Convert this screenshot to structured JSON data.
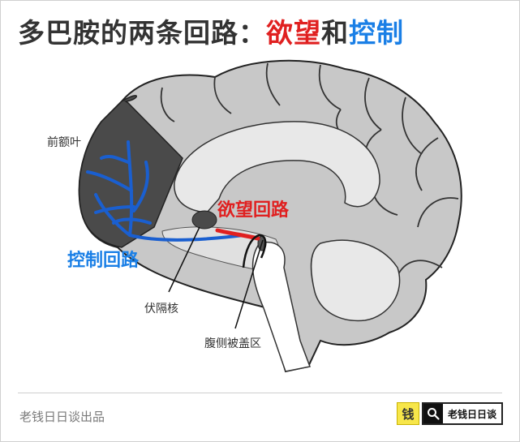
{
  "title": {
    "prefix": "多巴胺的两条回路：",
    "desire_word": "欲望",
    "connector": "和",
    "control_word": "控制"
  },
  "labels": {
    "prefrontal": "前额叶",
    "desire_circuit": "欲望回路",
    "control_circuit": "控制回路",
    "nucleus_accumbens": "伏隔核",
    "vta": "腹侧被盖区"
  },
  "footer": {
    "credit": "老钱日日谈出品",
    "logo_glyph": "钱",
    "search_text": "老钱日日谈",
    "search_icon": "magnifier-icon"
  },
  "colors": {
    "desire": "#e02020",
    "control": "#1a7fe6",
    "prefrontal_fill": "#4a4a4a",
    "brain_fill": "#c8c8c8"
  }
}
